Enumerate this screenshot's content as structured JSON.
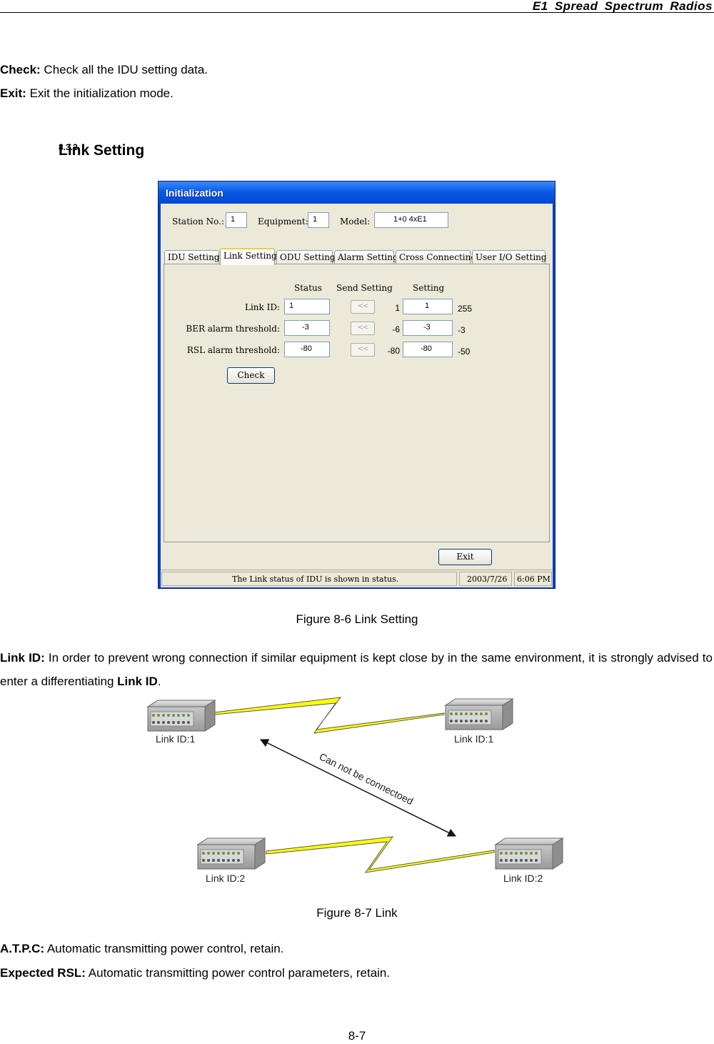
{
  "header": {
    "title": "E1  Spread  Spectrum  Radios"
  },
  "intro": {
    "check_label": "Check:",
    "check_text": " Check all the IDU setting data.",
    "exit_label": "Exit:",
    "exit_text": " Exit the initialization mode."
  },
  "section": {
    "number": "8.3.2",
    "title": "Link Setting"
  },
  "window": {
    "title": "Initialization",
    "station_label": "Station No.:",
    "station_value": "1",
    "equipment_label": "Equipment:",
    "equipment_value": "1",
    "model_label": "Model:",
    "model_value": "1+0 4xE1",
    "tabs": [
      "IDU Setting",
      "Link Setting",
      "ODU Setting",
      "Alarm Setting",
      "Cross Connecting",
      "User I/O Setting"
    ],
    "columns": {
      "status": "Status",
      "send": "Send Setting",
      "setting": "Setting"
    },
    "send_glyph": "<<",
    "rows": [
      {
        "label": "Link ID:",
        "status": "1",
        "current": "1",
        "setting": "1",
        "max": "255"
      },
      {
        "label": "BER alarm threshold:",
        "status": "-3",
        "current": "-6",
        "setting": "-3",
        "max": "-3"
      },
      {
        "label": "RSL alarm threshold:",
        "status": "-80",
        "current": "-80",
        "setting": "-80",
        "max": "-50"
      }
    ],
    "check_button": "Check",
    "exit_button": "Exit",
    "status_text": "The Link status of IDU is shown in status.",
    "status_date": "2003/7/26",
    "status_time": "6:06 PM"
  },
  "figure6_caption": "Figure 8-6 Link Setting",
  "linkid": {
    "label": "Link ID:",
    "text": " In order to prevent wrong connection if similar equipment is kept close by in the same environment, it is strongly advised to enter a differentiating ",
    "bold_end": "Link ID",
    "end": "."
  },
  "diagram": {
    "labels": [
      "Link ID:1",
      "Link ID:1",
      "Link ID:2",
      "Link ID:2"
    ],
    "arrow_text": "Can not be connectoed"
  },
  "figure7_caption": "Figure 8-7 Link",
  "atpc": {
    "label": "A.T.P.C:",
    "text": " Automatic transmitting power control, retain."
  },
  "rsl": {
    "label": "Expected RSL:",
    "text": " Automatic transmitting power control parameters, retain."
  },
  "page_number": "8-7"
}
